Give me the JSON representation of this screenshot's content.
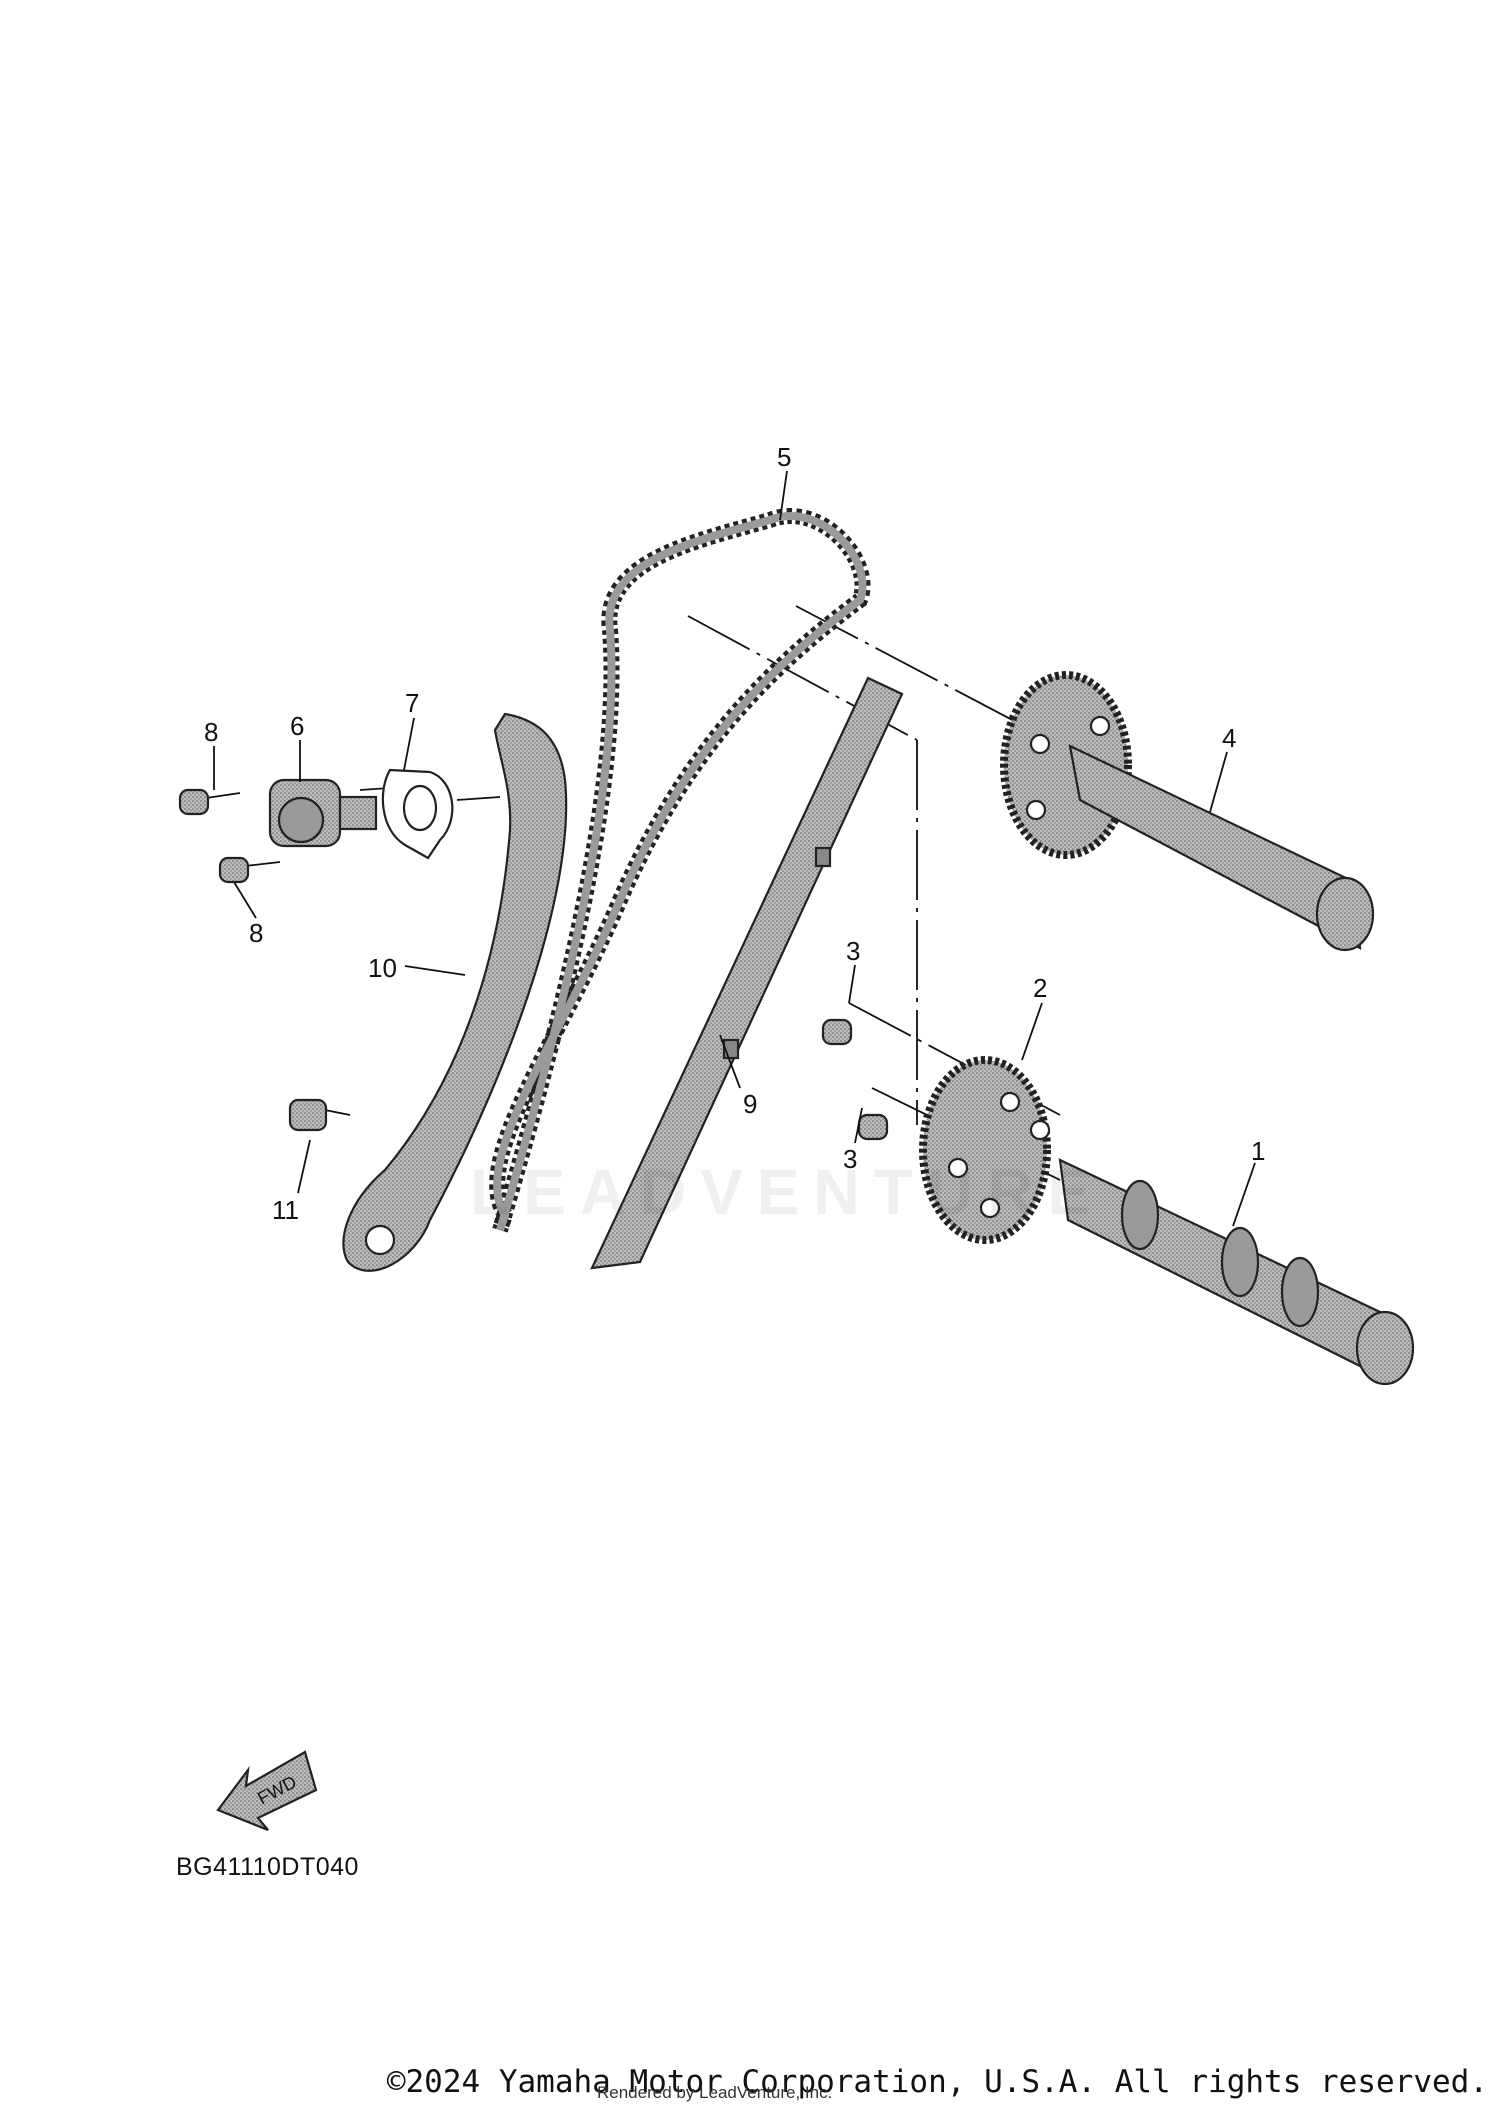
{
  "diagram": {
    "callouts": [
      "1",
      "2",
      "3",
      "3",
      "4",
      "5",
      "6",
      "7",
      "8",
      "8",
      "9",
      "10",
      "11"
    ],
    "fwd_label": "FWD",
    "code": "BG41110DT040"
  },
  "watermark": "LEADVENTURE",
  "footer": {
    "copyright": "©2024 Yamaha Motor Corporation, U.S.A. All rights reserved.",
    "rendered_by": "Rendered by LeadVenture, Inc."
  },
  "colors": {
    "part_fill": "#a9a9a9",
    "part_dark": "#7a7a7a",
    "line": "#111111"
  }
}
